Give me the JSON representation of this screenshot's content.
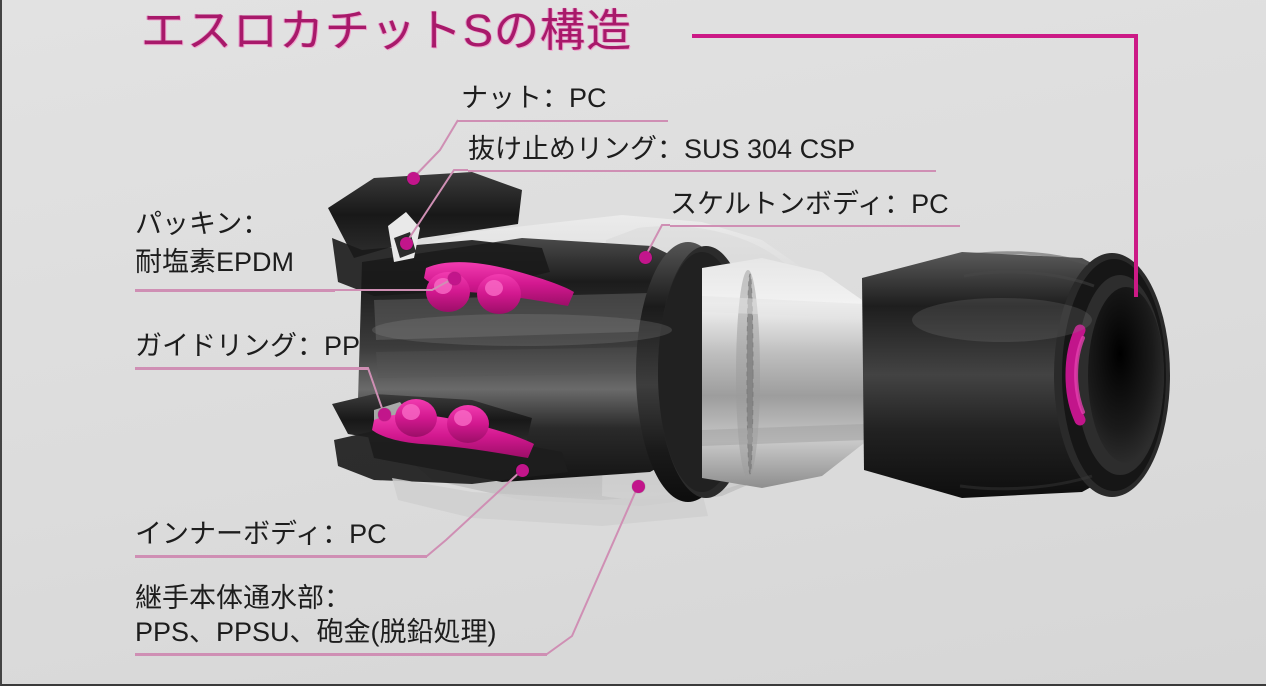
{
  "page": {
    "title": "エスロカチットSの構造",
    "background_color": "#dedede",
    "accent_color": "#cc1a86",
    "title_color": "#a8196a",
    "rule_color": "#cf8fb4",
    "dot_color": "#c2158b"
  },
  "diagram": {
    "subject": "cutaway-pipe-fitting",
    "colors": {
      "nut_black": "#252525",
      "skeleton_gray": "#c9c9c9",
      "seal_magenta": "#d2188f",
      "metal_gray": "#b4b4b4"
    }
  },
  "callouts": [
    {
      "id": "nut",
      "lines": [
        "ナット：PC"
      ]
    },
    {
      "id": "stop-ring",
      "lines": [
        "抜け止めリング：SUS 304 CSP"
      ]
    },
    {
      "id": "skeleton",
      "lines": [
        "スケルトンボディ：PC"
      ]
    },
    {
      "id": "packing",
      "lines": [
        "パッキン：",
        "耐塩素EPDM"
      ]
    },
    {
      "id": "guide-ring",
      "lines": [
        "ガイドリング：PP"
      ]
    },
    {
      "id": "inner-body",
      "lines": [
        "インナーボディ：PC"
      ]
    },
    {
      "id": "waterway",
      "lines": [
        "継手本体通水部：",
        "PPS、PPSU、砲金(脱鉛処理)"
      ]
    }
  ]
}
